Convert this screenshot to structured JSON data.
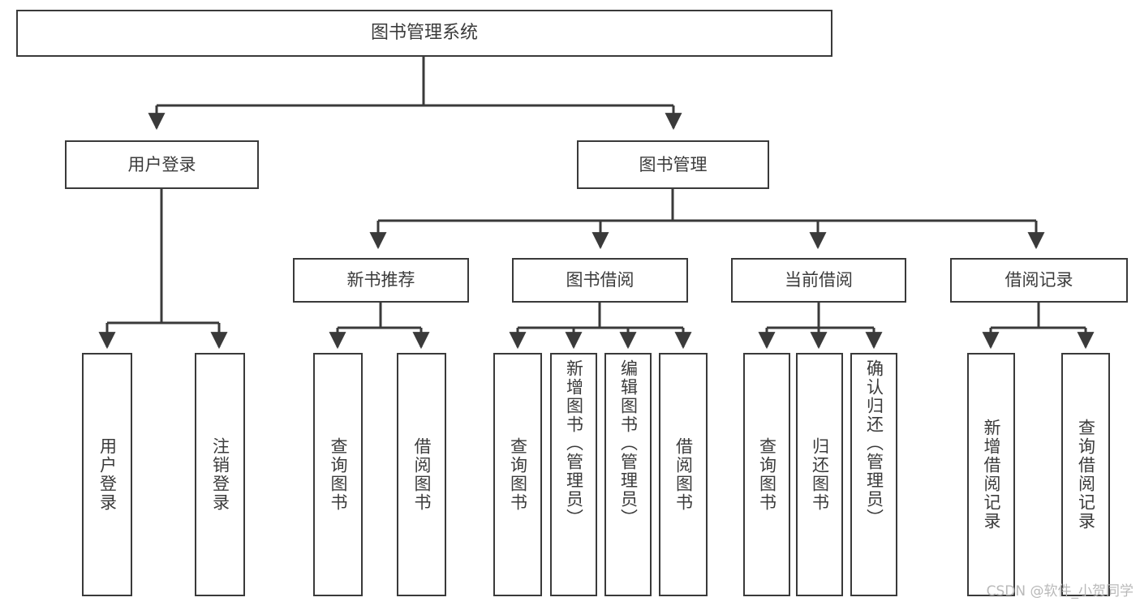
{
  "diagram": {
    "title_node": {
      "label": "图书管理系统"
    },
    "branches": [
      {
        "id": "user-login",
        "label": "用户登录"
      },
      {
        "id": "book-manage",
        "label": "图书管理"
      }
    ],
    "sub_branches": [
      {
        "id": "new-book-rec",
        "label": "新书推荐"
      },
      {
        "id": "book-borrow",
        "label": "图书借阅"
      },
      {
        "id": "current-borrow",
        "label": "当前借阅"
      },
      {
        "id": "borrow-record",
        "label": "借阅记录"
      }
    ],
    "leaves": [
      {
        "id": "leaf-user-login",
        "label": "用户登录",
        "parent": "user-login"
      },
      {
        "id": "leaf-logout",
        "label": "注销登录",
        "parent": "user-login"
      },
      {
        "id": "leaf-query-book-1",
        "label": "查询图书",
        "parent": "new-book-rec"
      },
      {
        "id": "leaf-borrow-book-1",
        "label": "借阅图书",
        "parent": "new-book-rec"
      },
      {
        "id": "leaf-query-book-2",
        "label": "查询图书",
        "parent": "book-borrow"
      },
      {
        "id": "leaf-add-book",
        "label": "新增图书（管理员）",
        "parent": "book-borrow"
      },
      {
        "id": "leaf-edit-book",
        "label": "编辑图书（管理员）",
        "parent": "book-borrow"
      },
      {
        "id": "leaf-borrow-book-2",
        "label": "借阅图书",
        "parent": "book-borrow"
      },
      {
        "id": "leaf-query-book-3",
        "label": "查询图书",
        "parent": "current-borrow"
      },
      {
        "id": "leaf-return-book",
        "label": "归还图书",
        "parent": "current-borrow"
      },
      {
        "id": "leaf-confirm-return",
        "label": "确认归还（管理员）",
        "parent": "current-borrow"
      },
      {
        "id": "leaf-add-record",
        "label": "新增借阅记录",
        "parent": "borrow-record"
      },
      {
        "id": "leaf-query-record",
        "label": "查询借阅记录",
        "parent": "borrow-record"
      }
    ],
    "watermark": "CSDN @软件_小贺同学",
    "colors": {
      "stroke": "#3a3a3a",
      "text": "#3b3b3b",
      "background": "#ffffff",
      "watermark": "#b9b9b9"
    }
  }
}
